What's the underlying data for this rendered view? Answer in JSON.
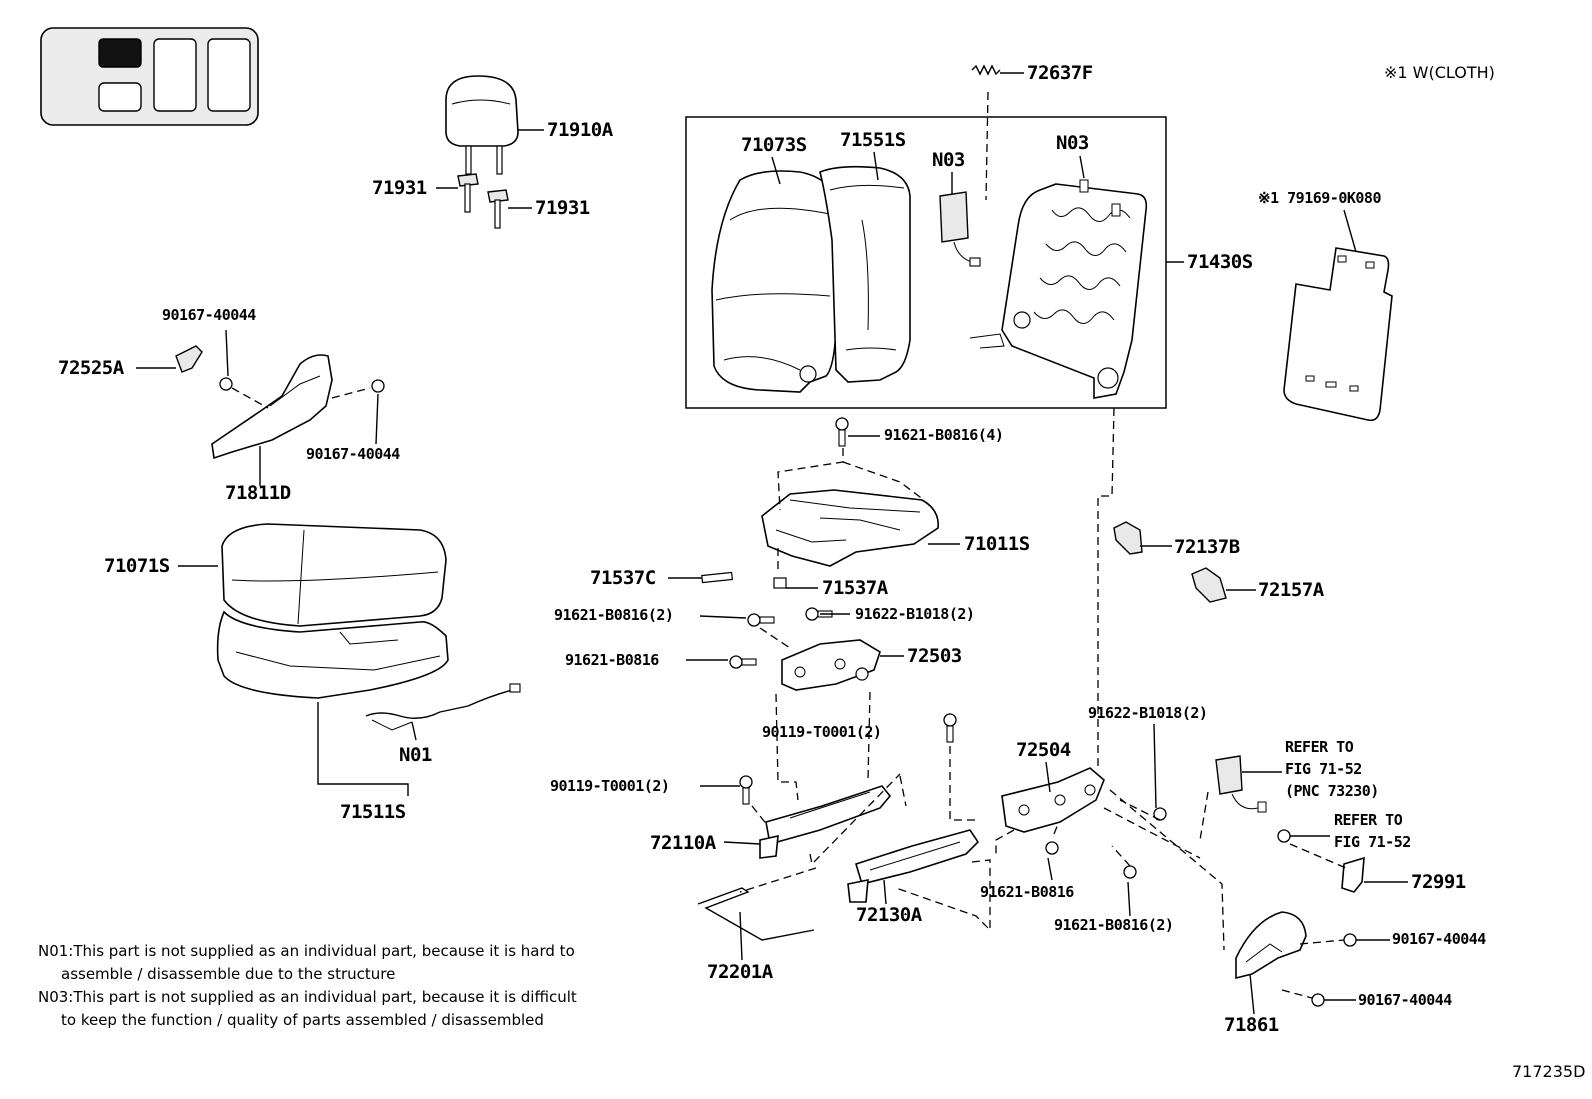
{
  "variant_note": "※1 W(CLOTH)",
  "figure_code": "717235D",
  "notes": {
    "n01_line1": "N01:This part is not supplied as an individual part, because it is hard to",
    "n01_line2": "assemble / disassemble due to the structure",
    "n03_line1": "N03:This part is not supplied as an individual part, because it is difficult",
    "n03_line2": "to keep the function / quality of parts assembled / disassembled"
  },
  "callouts": {
    "p72637F": "72637F",
    "p71910A": "71910A",
    "p71931a": "71931",
    "p71931b": "71931",
    "p71073S": "71073S",
    "p71551S": "71551S",
    "pN03a": "N03",
    "pN03b": "N03",
    "p71430S": "71430S",
    "p79169": "※1 79169-0K080",
    "p90167a": "90167-40044",
    "p72525A": "72525A",
    "p90167b": "90167-40044",
    "p71811D": "71811D",
    "p91621_4": "91621-B0816(4)",
    "p71011S": "71011S",
    "p72137B": "72137B",
    "p72157A": "72157A",
    "p71071S": "71071S",
    "p71537C": "71537C",
    "p71537A": "71537A",
    "p91621_2a": "91621-B0816(2)",
    "p91622_2a": "91622-B1018(2)",
    "p91621a": "91621-B0816",
    "p72503": "72503",
    "pN01": "N01",
    "p90119a": "90119-T0001(2)",
    "p91622_2b": "91622-B1018(2)",
    "p72504": "72504",
    "p71511S": "71511S",
    "p90119b": "90119-T0001(2)",
    "p72110A": "72110A",
    "p72130A": "72130A",
    "p91621b": "91621-B0816",
    "p91621_2b": "91621-B0816(2)",
    "p72201A": "72201A",
    "p72991": "72991",
    "p90167c": "90167-40044",
    "p90167d": "90167-40044",
    "p71861": "71861",
    "ref1_l1": "REFER TO",
    "ref1_l2": "FIG 71-52",
    "ref1_l3": "(PNC 73230)",
    "ref2_l1": "REFER TO",
    "ref2_l2": "FIG 71-52"
  }
}
